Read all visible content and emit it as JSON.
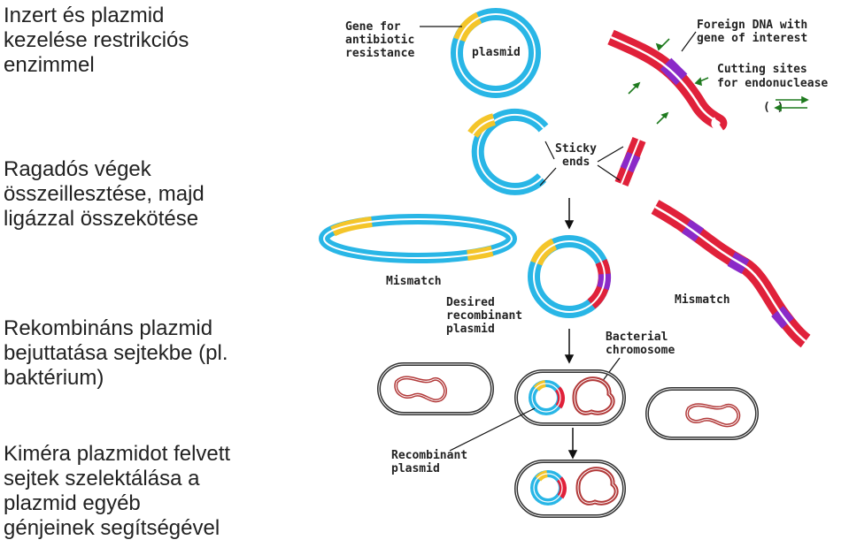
{
  "steps": [
    "Inzert és plazmid\nkezelése restrikciós\nenzimmel",
    "Ragadós végek\nösszeillesztése, majd\nligázzal összekötése",
    "Rekombináns plazmid\nbejuttatása sejtekbe (pl.\nbaktérium)",
    "Kiméra plazmidot felvett\nsejtek szelektálása a\nplazmid egyéb\ngénjeinek segítségével"
  ],
  "labels": {
    "gene_for": "Gene for",
    "antibiotic": "antibiotic",
    "resistance": "resistance",
    "plasmid": "plasmid",
    "foreign_1": "Foreign DNA with",
    "foreign_2": "gene of interest",
    "cutting_1": "Cutting sites",
    "cutting_2": "for endonuclease",
    "sticky_1": "Sticky",
    "sticky_2": "ends",
    "mismatch_left": "Mismatch",
    "mismatch_right": "Mismatch",
    "desired_1": "Desired",
    "desired_2": "recombinant",
    "desired_3": "plasmid",
    "bacterial_1": "Bacterial",
    "bacterial_2": "chromosome",
    "recombinant_1": "Recombinant",
    "recombinant_2": "plasmid"
  },
  "colors": {
    "plasmid": "#29b6e6",
    "antibiotic_gene": "#f4c52a",
    "foreign_dna": "#e0213a",
    "cut_site": "#8a2ac8",
    "chromosome": "#b23a3a",
    "arrow": "#1f7a1f"
  }
}
